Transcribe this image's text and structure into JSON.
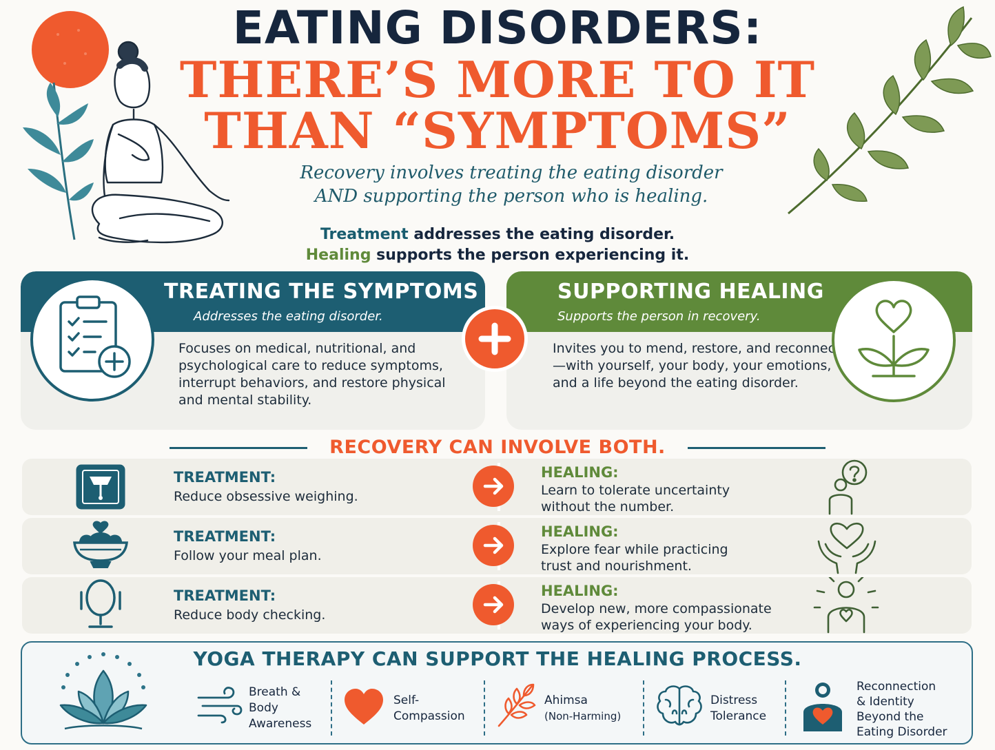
{
  "header": {
    "title_line1": "EATING DISORDERS:",
    "title_line2": "THERE’S MORE TO IT",
    "title_line3": "THAN “SYMPTOMS”",
    "subtitle_line1": "Recovery involves treating the eating disorder",
    "subtitle_line2": "AND supporting the person who is healing.",
    "lead1_keyword": "Treatment",
    "lead1_rest": " addresses the eating disorder.",
    "lead2_keyword": "Healing",
    "lead2_rest": " supports the person experiencing it."
  },
  "cards": {
    "left": {
      "title": "TREATING THE SYMPTOMS",
      "subtitle": "Addresses the eating disorder.",
      "body": "Focuses on medical, nutritional, and psychological care to reduce symptoms, interrupt behaviors, and restore physical and mental stability."
    },
    "right": {
      "title": "SUPPORTING HEALING",
      "subtitle": "Supports the person in recovery.",
      "body": "Invites you to mend, restore, and reconnect—with yourself, your body, your emotions, and a life beyond the eating disorder."
    }
  },
  "recovery_banner": "RECOVERY CAN INVOLVE BOTH.",
  "rows": [
    {
      "treatment_label": "TREATMENT:",
      "treatment_text": "Reduce obsessive weighing.",
      "healing_label": "HEALING:",
      "healing_text_line1": "Learn to tolerate uncertainty",
      "healing_text_line2": "without the number.",
      "left_icon": "scale-icon",
      "right_icon": "question-person-icon"
    },
    {
      "treatment_label": "TREATMENT:",
      "treatment_text": "Follow your meal plan.",
      "healing_label": "HEALING:",
      "healing_text_line1": "Explore fear while practicing",
      "healing_text_line2": "trust and nourishment.",
      "left_icon": "bowl-heart-icon",
      "right_icon": "hands-heart-icon"
    },
    {
      "treatment_label": "TREATMENT:",
      "treatment_text": "Reduce body checking.",
      "healing_label": "HEALING:",
      "healing_text_line1": "Develop new, more compassionate",
      "healing_text_line2": "ways of experiencing your body.",
      "left_icon": "mirror-icon",
      "right_icon": "glowing-person-icon"
    }
  ],
  "yoga": {
    "title": "YOGA THERAPY CAN SUPPORT THE HEALING PROCESS.",
    "items": [
      {
        "line1": "Breath &",
        "line2": "Body",
        "line3": "Awareness",
        "icon": "wind-icon"
      },
      {
        "line1": "Self-",
        "line2": "Compassion",
        "icon": "heart-icon"
      },
      {
        "line1": "Ahimsa",
        "line2": "(Non-Harming)",
        "icon": "leaf-branch-icon"
      },
      {
        "line1": "Distress",
        "line2": "Tolerance",
        "icon": "brain-icon"
      },
      {
        "line1": "Reconnection",
        "line2": "& Identity",
        "line3": "Beyond the",
        "line4": "Eating Disorder",
        "icon": "person-heart-icon"
      }
    ]
  },
  "colors": {
    "navy": "#16263d",
    "orange": "#ef5a2e",
    "teal": "#1d5e72",
    "green": "#5f8a3a",
    "card_bg": "#f0f0ec"
  }
}
